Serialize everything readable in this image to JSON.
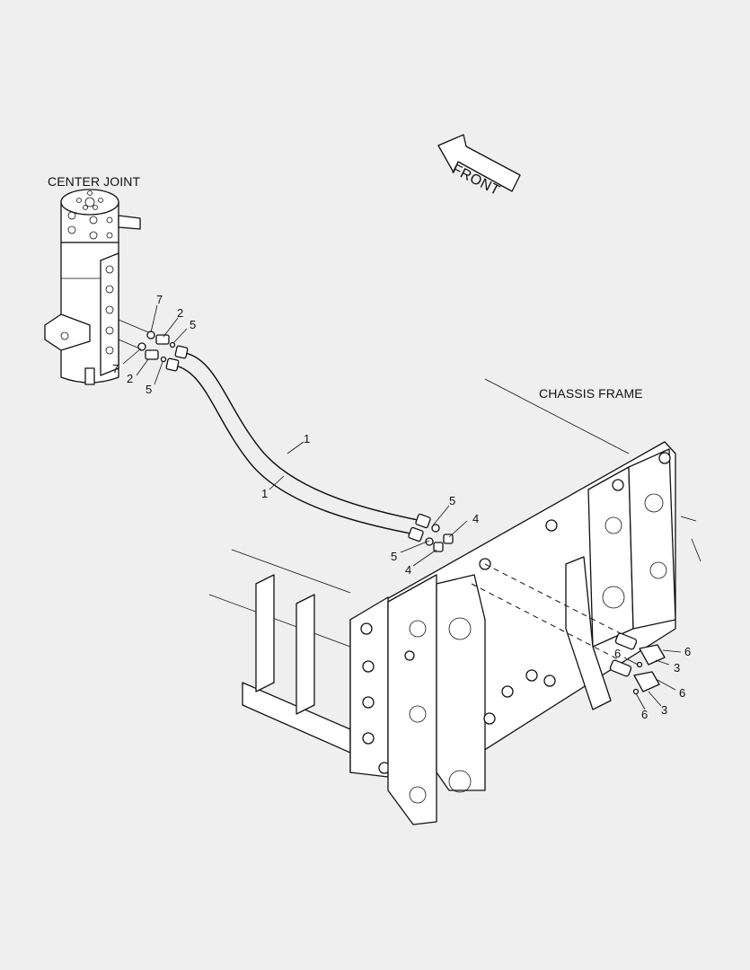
{
  "labels": {
    "center_joint": "CENTER JOINT",
    "chassis_frame": "CHASSIS FRAME",
    "front": "FRONT"
  },
  "callouts": [
    "7",
    "2",
    "5",
    "7",
    "2",
    "5",
    "1",
    "1",
    "5",
    "4",
    "5",
    "4",
    "6",
    "3",
    "6",
    "6",
    "3"
  ]
}
